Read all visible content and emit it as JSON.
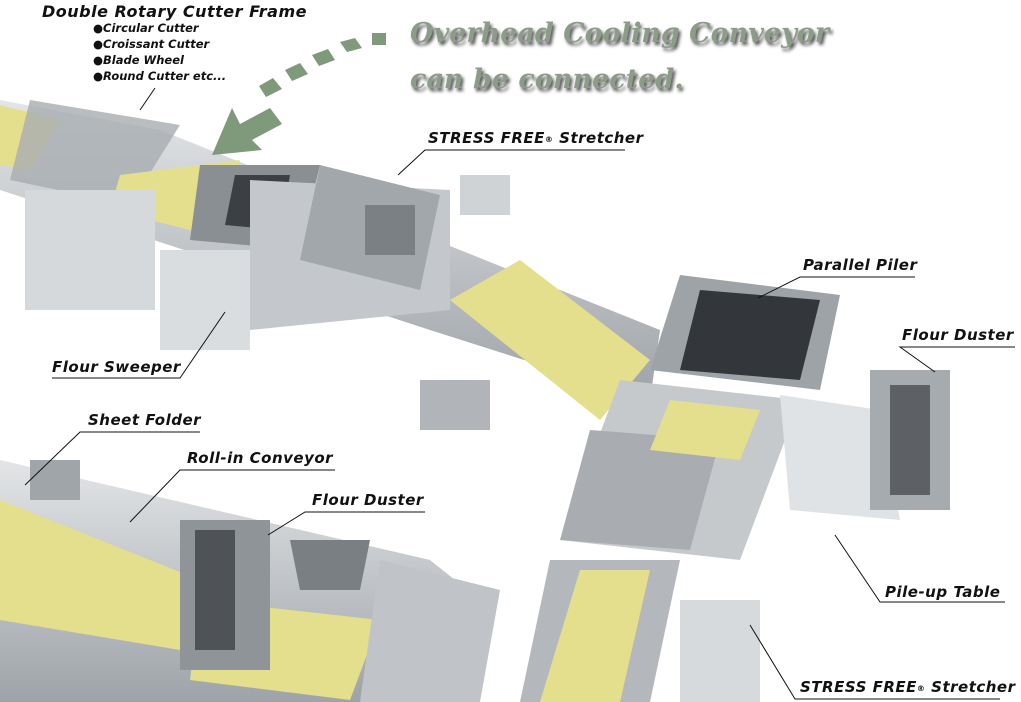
{
  "header": {
    "title": "Double Rotary Cutter Frame",
    "options": [
      "Circular Cutter",
      "Croissant Cutter",
      "Blade Wheel",
      "Round Cutter etc..."
    ]
  },
  "callout": {
    "line1": "Overhead Cooling Conveyor",
    "line2": "can be connected.",
    "color": "#8c9c88"
  },
  "labels": {
    "stretcher_top": {
      "name": "STRESS FREE",
      "mark": "®",
      "suffix": " Stretcher"
    },
    "parallel_piler": "Parallel Piler",
    "flour_duster_right": "Flour Duster",
    "flour_sweeper": "Flour Sweeper",
    "sheet_folder": "Sheet Folder",
    "roll_in_conveyor": "Roll-in Conveyor",
    "flour_duster_left": "Flour Duster",
    "pile_up_table": "Pile-up Table",
    "stretcher_bottom": {
      "name": "STRESS FREE",
      "mark": "®",
      "suffix": " Stretcher"
    }
  },
  "colors": {
    "dough": "#e4df8c",
    "steel": "#b9bdc1",
    "arrow": "#7f9a7a"
  }
}
